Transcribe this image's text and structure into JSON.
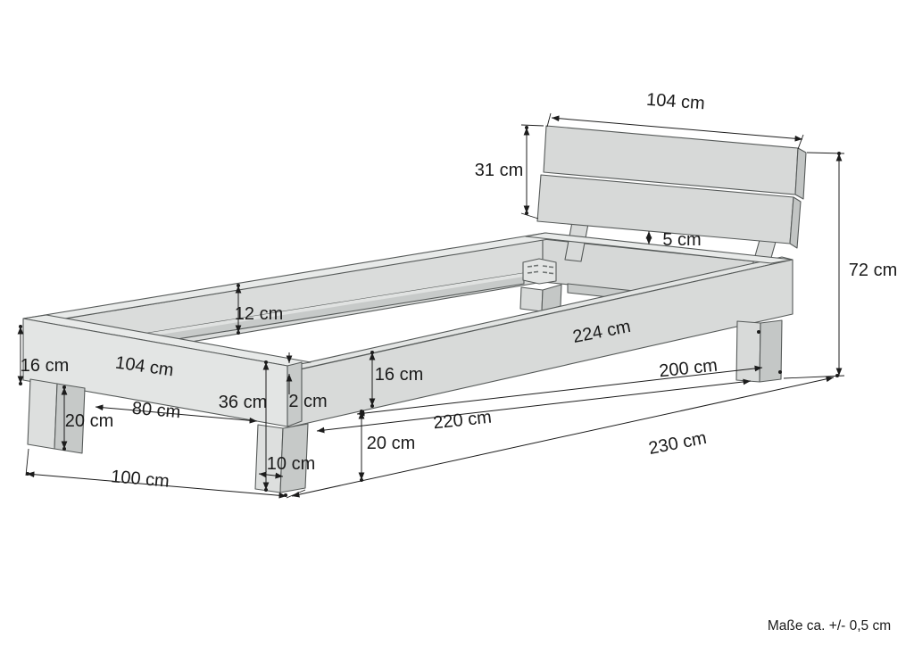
{
  "diagram": {
    "title": "bed-frame-dimension-diagram",
    "note": "Maße ca. +/- 0,5 cm",
    "labels": {
      "headboard_width": "104 cm",
      "headboard_height": "31 cm",
      "headboard_slat_gap": "5 cm",
      "overall_height": "72 cm",
      "frame_inner_height": "12 cm",
      "frame_front_height": "16 cm",
      "foot_end_width": "104 cm",
      "floor_to_frame_top": "36 cm",
      "frame_lip": "2 cm",
      "front_leg_height": "20 cm",
      "front_leg_spacing": "80 cm",
      "outer_width": "100 cm",
      "leg_width": "10 cm",
      "frame_inner_length": "224 cm",
      "side_rail_height": "16 cm",
      "side_leg_height": "20 cm",
      "lying_length": "200 cm",
      "leg_spacing_length": "220 cm",
      "overall_length": "230 cm"
    },
    "colors": {
      "background": "#ffffff",
      "wood_light": "#e3e5e4",
      "wood_mid": "#d8dad9",
      "wood_dark": "#c4c7c6",
      "outline": "#565a59",
      "dimension": "#1c1c1c"
    }
  }
}
